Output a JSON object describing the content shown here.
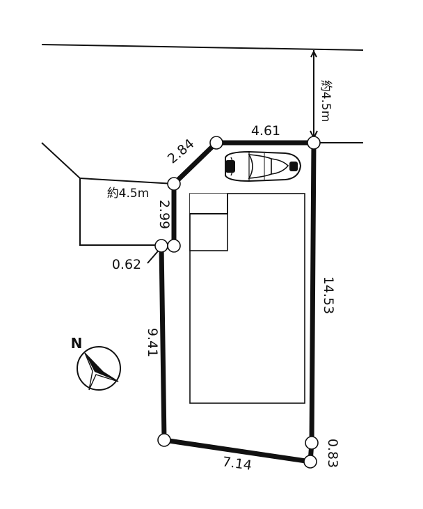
{
  "dimensions": {
    "top": "4.61",
    "diagonal": "2.84",
    "left_upper": "2.99",
    "notch": "0.62",
    "left_lower": "9.41",
    "bottom": "7.14",
    "right_small": "0.83",
    "right": "14.53"
  },
  "roads": {
    "north_road_width": "約4.5m",
    "west_road_width": "約4.5m"
  },
  "compass": {
    "label": "N"
  }
}
